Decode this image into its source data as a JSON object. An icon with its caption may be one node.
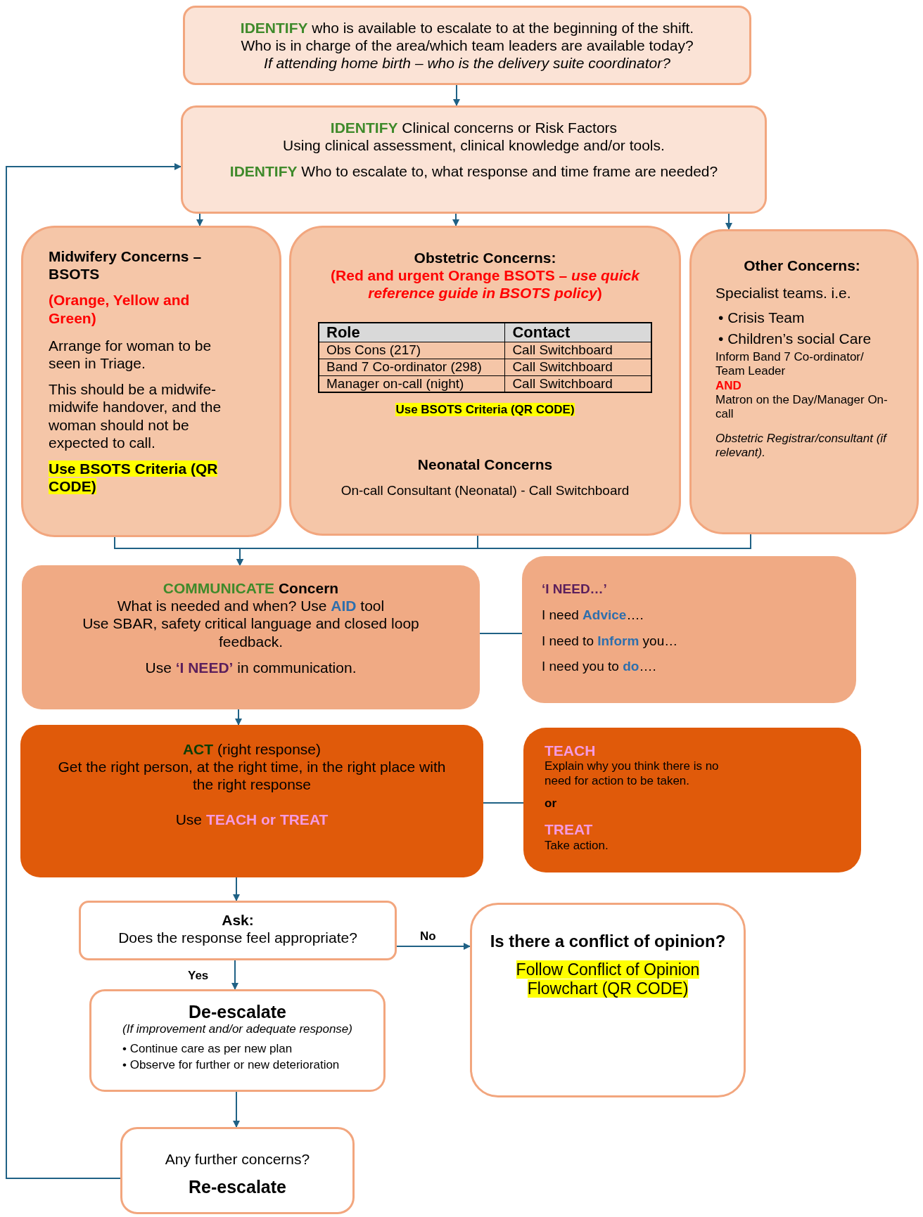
{
  "diagram": {
    "nodes": [
      {
        "text": [
          "**IDENTIFY** who is available to escalate to at the beginning of the shift.",
          "Who is in charge of the area/which team leaders are available today?",
          "If attending home birth – who is the delivery suite coordinator?"
        ]
      },
      {
        "text": [
          "**IDENTIFY** Clinical concerns or Risk Factors",
          "Using clinical assessment, clinical knowledge and/or tools.",
          "**IDENTIFY** Who to escalate to, what response and time frame are needed?"
        ]
      },
      {
        "text": [
          "Midwifery Concerns – BSOTS",
          "(Orange, Yellow and Green)",
          "Arrange for woman to be seen in Triage.",
          "This should be a midwife-midwife handover, and the woman should not be expected to call.",
          "Use BSOTS Criteria (QR CODE)"
        ]
      },
      {
        "text": [
          "Obstetric Concerns:",
          "(Red and urgent Orange BSOTS – *use quick reference guide in BSOTS policy*)",
          "Use BSOTS Criteria (QR CODE)",
          "Neonatal Concerns",
          "On-call Consultant (Neonatal) - Call Switchboard"
        ]
      },
      {
        "text": [
          "Other Concerns:",
          "Specialist teams. i.e.",
          "• Crisis Team",
          "• Children’s social Care",
          "Inform Band 7 Co-ordinator/ Team Leader",
          "AND",
          "Matron on the Day/Manager On-call",
          "Obstetric Registrar/consultant (if relevant)."
        ]
      },
      {
        "text": [
          "**COMMUNICATE** **Concern**",
          "What is needed and when? Use **AID** tool",
          "Use SBAR, safety critical language and closed loop feedback.",
          "Use **‘I NEED’** in communication."
        ]
      },
      {
        "text": [
          "‘I NEED…’",
          "I need **Advice**….",
          "I need to **Inform** you…",
          "I need you to **do**…."
        ]
      },
      {
        "text": [
          "**ACT** (right response)",
          "Get the right person, at the right time, in the right place with the right response",
          "Use **TEACH or TREAT**"
        ]
      },
      {
        "text": [
          "TEACH",
          "Explain why you think there is no need for action to be taken.",
          "or",
          "TREAT",
          "Take action."
        ]
      },
      {
        "text": [
          "Ask:",
          "Does the response feel appropriate?"
        ]
      },
      {
        "text": [
          "Is there a conflict of opinion?",
          "Follow Conflict of Opinion Flowchart (QR CODE)"
        ]
      },
      {
        "text": [
          "De-escalate",
          "(If improvement and/or adequate response)",
          "• Continue care as per new plan",
          "• Observe for further or new deterioration"
        ]
      },
      {
        "text": [
          "Any further concerns?",
          "Re-escalate"
        ]
      }
    ],
    "edges": [
      {
        "from": 0,
        "to": 1,
        "arrow": "to"
      },
      {
        "from": 1,
        "to": 2,
        "arrow": "to"
      },
      {
        "from": 1,
        "to": 3,
        "arrow": "to"
      },
      {
        "from": 1,
        "to": 4,
        "arrow": "to"
      },
      {
        "from": 2,
        "to": 5,
        "arrow": "to"
      },
      {
        "from": 3,
        "to": 5,
        "arrow": "to"
      },
      {
        "from": 4,
        "to": 5,
        "arrow": "to"
      },
      {
        "from": 5,
        "to": 6,
        "arrow": "none"
      },
      {
        "from": 5,
        "to": 7,
        "arrow": "to"
      },
      {
        "from": 7,
        "to": 8,
        "arrow": "none"
      },
      {
        "from": 7,
        "to": 9,
        "arrow": "to"
      },
      {
        "from": 9,
        "to": 10,
        "arrow": "to",
        "label": "No"
      },
      {
        "from": 9,
        "to": 11,
        "arrow": "to",
        "label": "Yes"
      },
      {
        "from": 11,
        "to": 12,
        "arrow": "to"
      },
      {
        "from": 12,
        "to": 1,
        "arrow": "to"
      }
    ],
    "labels": [
      "Role",
      "Contact",
      "Obs Cons (217)",
      "Call Switchboard",
      "Band 7 Co-ordinator (298)",
      "Call Switchboard",
      "Manager on-call (night)",
      "Call Switchboard"
    ]
  }
}
